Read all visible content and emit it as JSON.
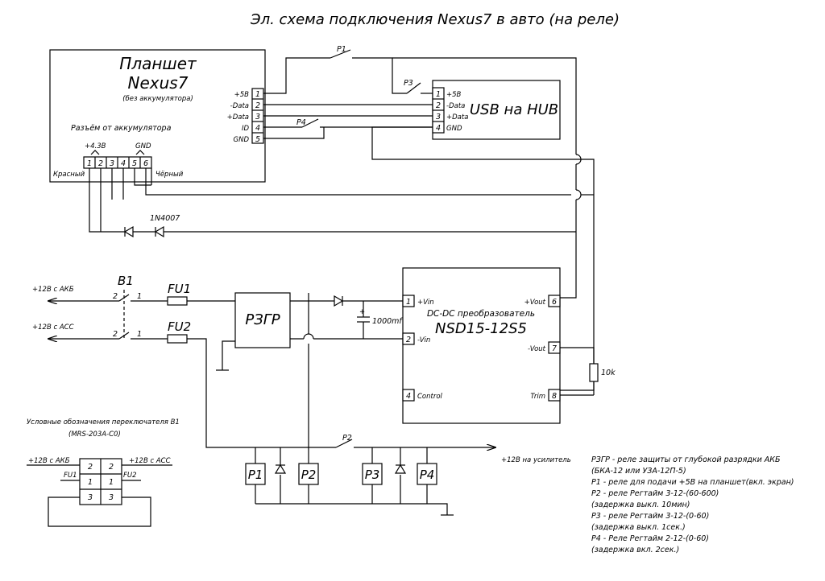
{
  "title": "Эл. схема подключения Nexus7 в авто (на реле)",
  "tablet": {
    "name_line1": "Планшет",
    "name_line2": "Nexus7",
    "note": "(без аккумулятора)",
    "battery_connector_label": "Разъём от аккумулятора",
    "plus_label": "+4.3В",
    "gnd_label": "GND",
    "red_label": "Красный",
    "black_label": "Чёрный",
    "battery_pins": [
      "1",
      "2",
      "3",
      "4",
      "5",
      "6"
    ],
    "usb_pins": [
      {
        "num": "1",
        "label": "+5В"
      },
      {
        "num": "2",
        "label": "-Data"
      },
      {
        "num": "3",
        "label": "+Data"
      },
      {
        "num": "4",
        "label": "ID"
      },
      {
        "num": "5",
        "label": "GND"
      }
    ]
  },
  "hub": {
    "name": "USB на HUB",
    "pins": [
      {
        "num": "1",
        "label": "+5В"
      },
      {
        "num": "2",
        "label": "-Data"
      },
      {
        "num": "3",
        "label": "+Data"
      },
      {
        "num": "4",
        "label": "GND"
      }
    ]
  },
  "diode_label": "1N4007",
  "relay_labels": {
    "p1": "P1",
    "p2": "P2",
    "p3": "P3",
    "p4": "P4"
  },
  "switch_b1": {
    "name": "B1",
    "pin2a": "2",
    "pin1a": "1",
    "pin2b": "2",
    "pin1b": "1"
  },
  "fuses": {
    "fu1": "FU1",
    "fu2": "FU2"
  },
  "inputs": {
    "akb": "+12В с АКБ",
    "acc": "+12В с АСС"
  },
  "rzgr": "РЗГР",
  "capacitor": {
    "plus": "+",
    "value": "1000mf"
  },
  "dcdc": {
    "title1": "DC-DC преобразователь",
    "title2": "NSD15-12S5",
    "pins_left": [
      {
        "num": "1",
        "label": "+Vin"
      },
      {
        "num": "2",
        "label": "-Vin"
      },
      {
        "num": "4",
        "label": "Control"
      }
    ],
    "pins_right": [
      {
        "num": "6",
        "label": "+Vout"
      },
      {
        "num": "7",
        "label": "-Vout"
      },
      {
        "num": "8",
        "label": "Trim"
      }
    ]
  },
  "resistor": "10k",
  "amp_output": "+12В на усилитель",
  "relays": [
    "P1",
    "P2",
    "P3",
    "P4"
  ],
  "legend_b1": {
    "title": "Условные обозначения переключателя В1",
    "model": "(MRS-203A-C0)",
    "akb": "+12В с АКБ",
    "acc": "+12В с АСС",
    "fu1": "FU1",
    "fu2": "FU2",
    "cells": [
      "2",
      "2",
      "1",
      "1",
      "3",
      "3"
    ]
  },
  "notes": [
    "РЗГР - реле защиты от глубокой разрядки АКБ",
    "(БКА-12 или УЗА-12П-5)",
    "P1 - реле для подачи +5В на планшет(вкл. экран)",
    "P2 - реле Регтайм 3-12-(60-600)",
    "(задержка выкл. 10мин)",
    "P3 - реле Регтайм 3-12-(0-60)",
    "(задержка выкл. 1сек.)",
    "P4 - Реле Регтайм 2-12-(0-60)",
    "(задержка вкл. 2сек.)"
  ]
}
